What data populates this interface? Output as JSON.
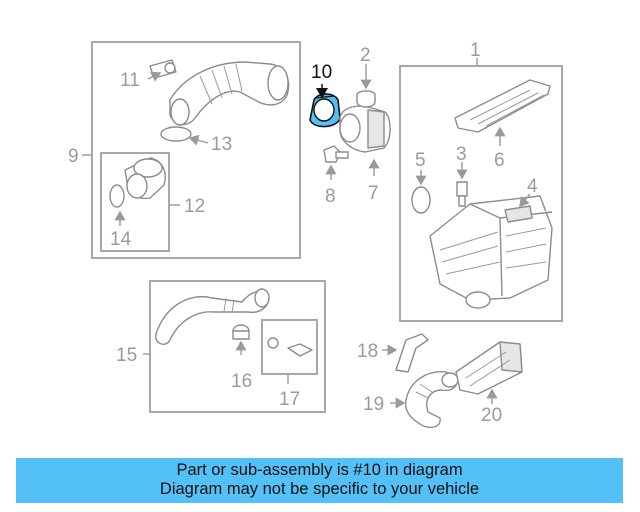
{
  "callouts": [
    "1",
    "2",
    "3",
    "4",
    "5",
    "6",
    "7",
    "8",
    "9",
    "10",
    "11",
    "12",
    "13",
    "14",
    "15",
    "16",
    "17",
    "18",
    "19",
    "20"
  ],
  "highlight": "10",
  "highlight_color": "#53c1f7",
  "banner": {
    "line1": "Part or sub-assembly is #10 in diagram",
    "line2": "Diagram may not be specific to your vehicle",
    "color": "#53c1f7"
  }
}
